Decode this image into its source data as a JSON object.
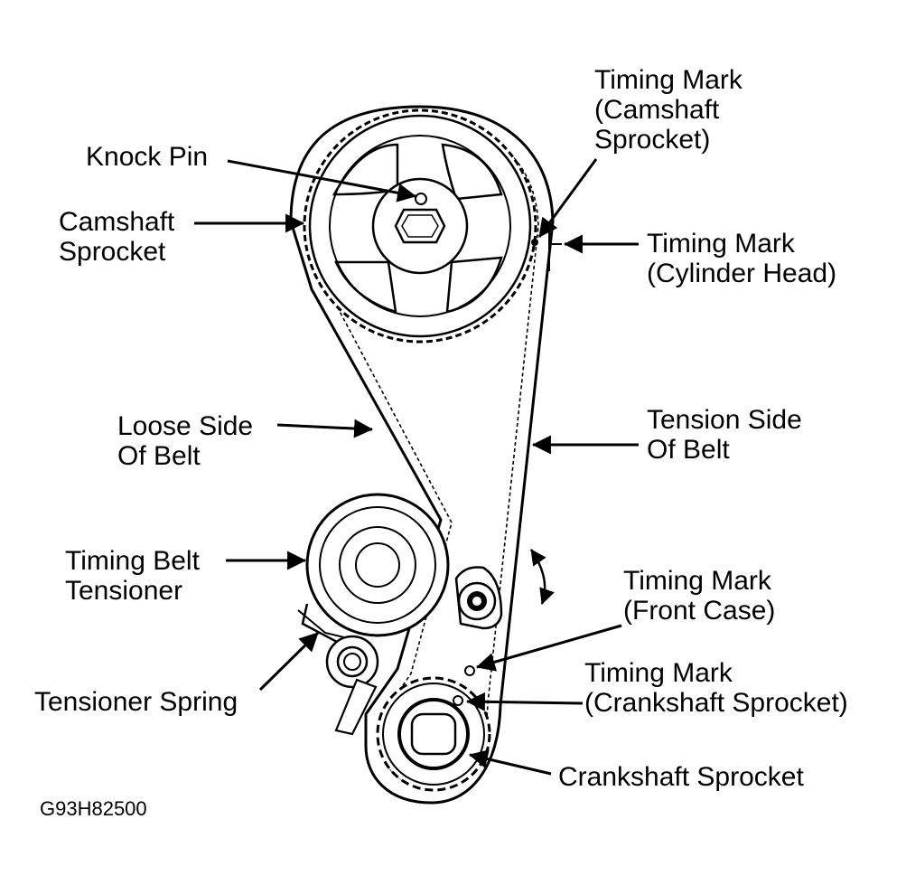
{
  "figure_code": "G93H82500",
  "colors": {
    "ink": "#000000",
    "paper": "#ffffff",
    "belt_fill": "#ffffff"
  },
  "labels": {
    "knock_pin": [
      "Knock Pin"
    ],
    "camshaft_sprocket": [
      "Camshaft",
      "Sprocket"
    ],
    "timing_mark_camshaft": [
      "Timing Mark",
      "(Camshaft",
      "Sprocket)"
    ],
    "timing_mark_cylinder_head": [
      "Timing Mark",
      "(Cylinder Head)"
    ],
    "loose_side": [
      "Loose Side",
      "Of Belt"
    ],
    "tension_side": [
      "Tension Side",
      "Of Belt"
    ],
    "timing_belt_tensioner": [
      "Timing Belt",
      "Tensioner"
    ],
    "timing_mark_front_case": [
      "Timing Mark",
      "(Front Case)"
    ],
    "timing_mark_crankshaft": [
      "Timing Mark",
      "(Crankshaft Sprocket)"
    ],
    "tensioner_spring": [
      "Tensioner Spring"
    ],
    "crankshaft_sprocket": [
      "Crankshaft Sprocket"
    ]
  }
}
